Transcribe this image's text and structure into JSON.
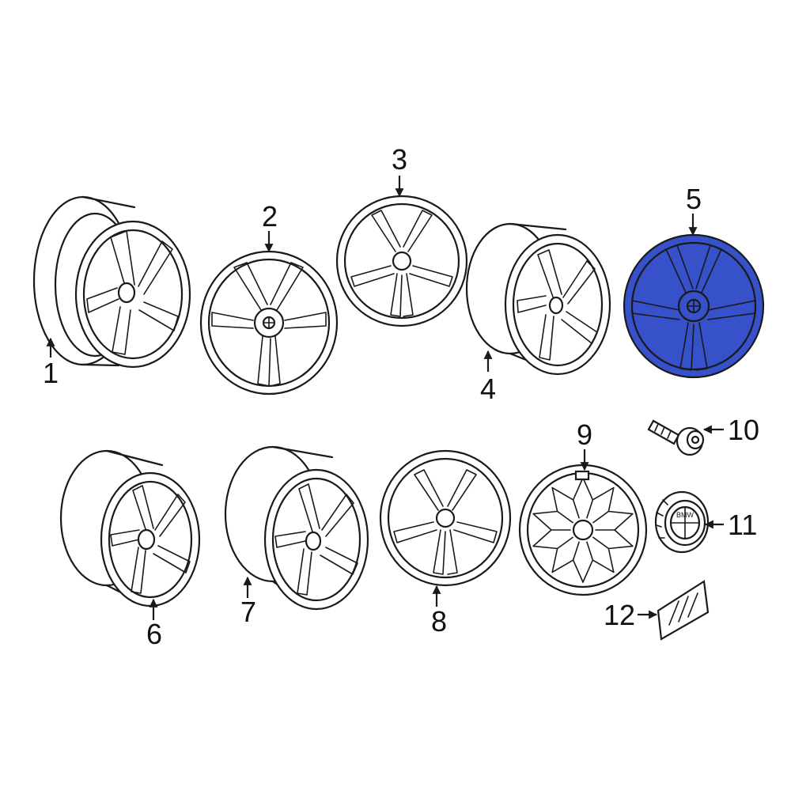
{
  "highlight_color": "#3651c9",
  "callouts": [
    "1",
    "2",
    "3",
    "4",
    "5",
    "6",
    "7",
    "8",
    "9",
    "10",
    "11",
    "12"
  ],
  "badge_text": "BMW"
}
